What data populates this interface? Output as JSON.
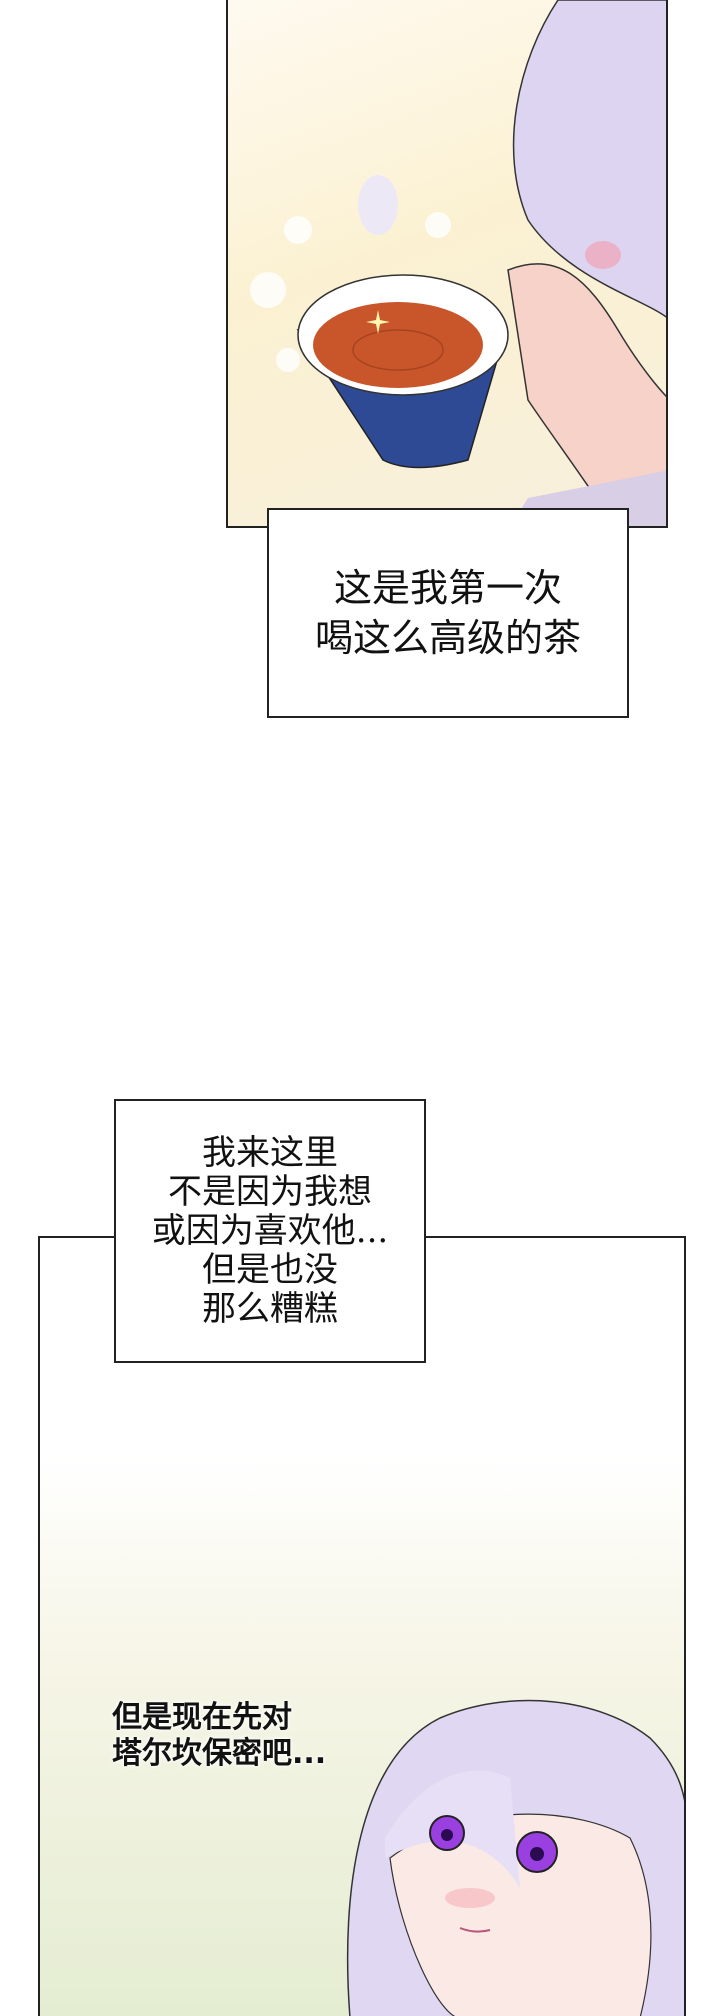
{
  "panels": [
    {
      "caption_lines": [
        "这是我第一次",
        "喝这么高级的茶"
      ]
    },
    {
      "caption_lines": [
        "我来这里",
        "不是因为我想",
        "或因为喜欢他...",
        "但是也没",
        "那么糟糕"
      ],
      "dialogue_lines": [
        "但是现在先对",
        "塔尔坎保密吧..."
      ]
    }
  ],
  "colors": {
    "tea": "#c8562a",
    "cup": "#2e4a94",
    "hair": "#ddd4f2",
    "eye": "#9a3fe0"
  }
}
